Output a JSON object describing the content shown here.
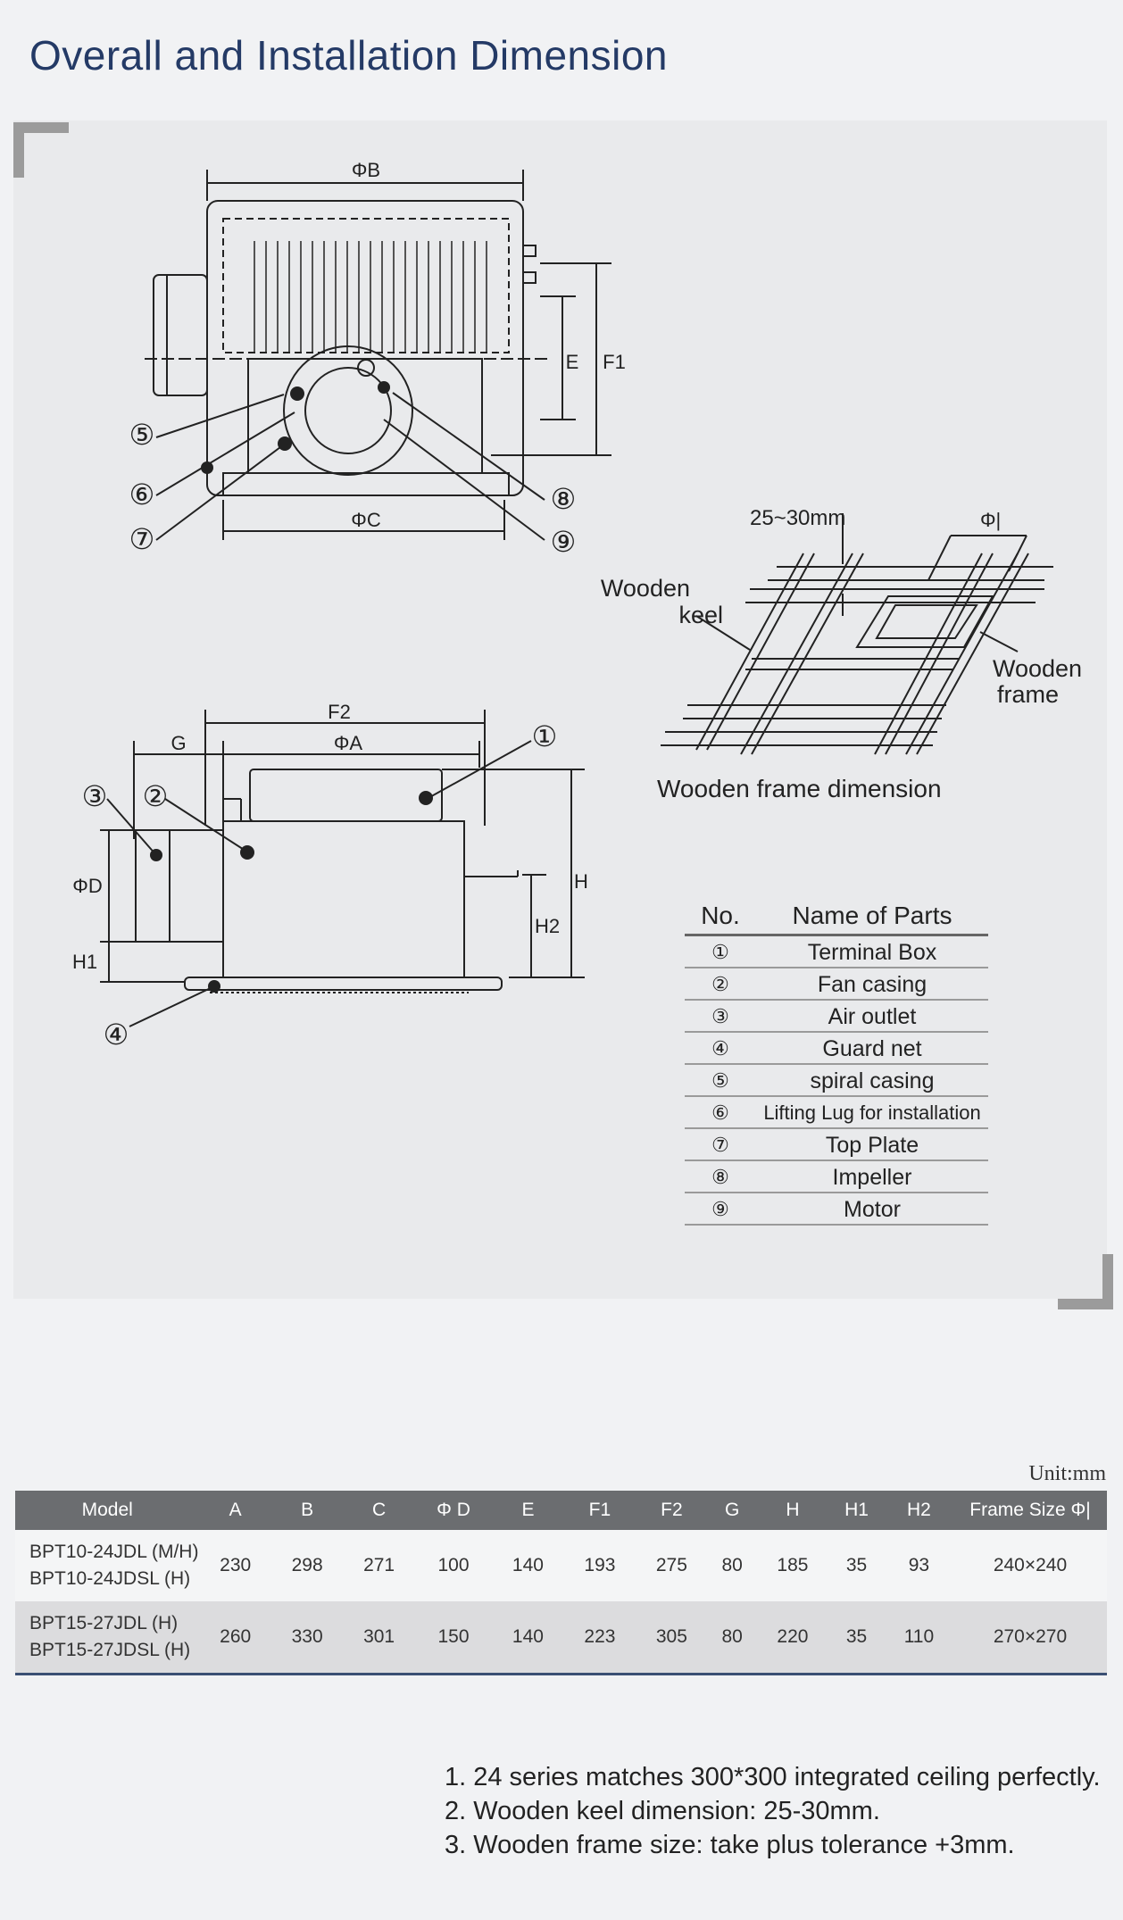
{
  "title": "Overall and Installation Dimension",
  "diagram": {
    "top_view": {
      "dim_B": "ΦB",
      "dim_C": "ΦC",
      "dim_E": "E",
      "dim_F1": "F1"
    },
    "side_view": {
      "dim_F2": "F2",
      "dim_G": "G",
      "dim_A": "ΦA",
      "dim_D": "ΦD",
      "dim_H1": "H1",
      "dim_H2": "H2",
      "dim_H": "H"
    },
    "frame_view": {
      "gap": "25~30mm",
      "phi": "Φ|",
      "wooden_keel": [
        "Wooden",
        "keel"
      ],
      "wooden_frame": [
        "Wooden",
        "frame"
      ],
      "caption": "Wooden frame dimension"
    },
    "callouts": [
      "①",
      "②",
      "③",
      "④",
      "⑤",
      "⑥",
      "⑦",
      "⑧",
      "⑨"
    ]
  },
  "parts_table": {
    "header": {
      "no": "No.",
      "name": "Name of Parts"
    },
    "rows": [
      {
        "no": "①",
        "name": "Terminal Box"
      },
      {
        "no": "②",
        "name": "Fan casing"
      },
      {
        "no": "③",
        "name": "Air outlet"
      },
      {
        "no": "④",
        "name": "Guard net"
      },
      {
        "no": "⑤",
        "name": "spiral casing"
      },
      {
        "no": "⑥",
        "name": "Lifting Lug for installation"
      },
      {
        "no": "⑦",
        "name": "Top Plate"
      },
      {
        "no": "⑧",
        "name": "Impeller"
      },
      {
        "no": "⑨",
        "name": "Motor"
      }
    ]
  },
  "spec_table": {
    "unit": "Unit:mm",
    "headers": [
      "Model",
      "A",
      "B",
      "C",
      "Φ D",
      "E",
      "F1",
      "F2",
      "G",
      "H",
      "H1",
      "H2",
      "Frame Size Φ|"
    ],
    "rows": [
      {
        "model": [
          "BPT10-24JDL (M/H)",
          "BPT10-24JDSL (H)"
        ],
        "values": [
          "230",
          "298",
          "271",
          "100",
          "140",
          "193",
          "275",
          "80",
          "185",
          "35",
          "93"
        ],
        "frame": "240×240"
      },
      {
        "model": [
          "BPT15-27JDL (H)",
          "BPT15-27JDSL (H)"
        ],
        "values": [
          "260",
          "330",
          "301",
          "150",
          "140",
          "223",
          "305",
          "80",
          "220",
          "35",
          "110"
        ],
        "frame": "270×270"
      }
    ]
  },
  "notes": [
    "1. 24 series matches 300*300 integrated ceiling perfectly.",
    "2. Wooden keel dimension: 25-30mm.",
    "3. Wooden frame size: take plus tolerance +3mm."
  ]
}
